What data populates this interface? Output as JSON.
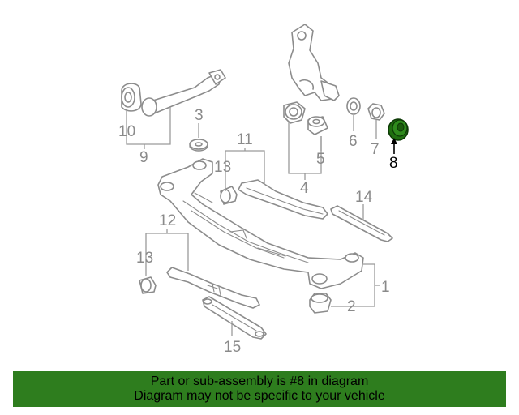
{
  "diagram": {
    "callouts": [
      {
        "id": "1",
        "label": "1"
      },
      {
        "id": "2",
        "label": "2"
      },
      {
        "id": "3",
        "label": "3"
      },
      {
        "id": "4",
        "label": "4"
      },
      {
        "id": "5",
        "label": "5"
      },
      {
        "id": "6",
        "label": "6"
      },
      {
        "id": "7",
        "label": "7"
      },
      {
        "id": "8",
        "label": "8",
        "highlighted": true
      },
      {
        "id": "9",
        "label": "9"
      },
      {
        "id": "10",
        "label": "10"
      },
      {
        "id": "11",
        "label": "11"
      },
      {
        "id": "12",
        "label": "12"
      },
      {
        "id": "13a",
        "label": "13"
      },
      {
        "id": "13b",
        "label": "13"
      },
      {
        "id": "14",
        "label": "14"
      },
      {
        "id": "15",
        "label": "15"
      }
    ],
    "highlight_color": "#2e7d1e"
  },
  "banner": {
    "line1": "Part or sub-assembly is #8 in diagram",
    "line2": "Diagram may not be specific to your vehicle",
    "background": "#2e7d1e"
  }
}
